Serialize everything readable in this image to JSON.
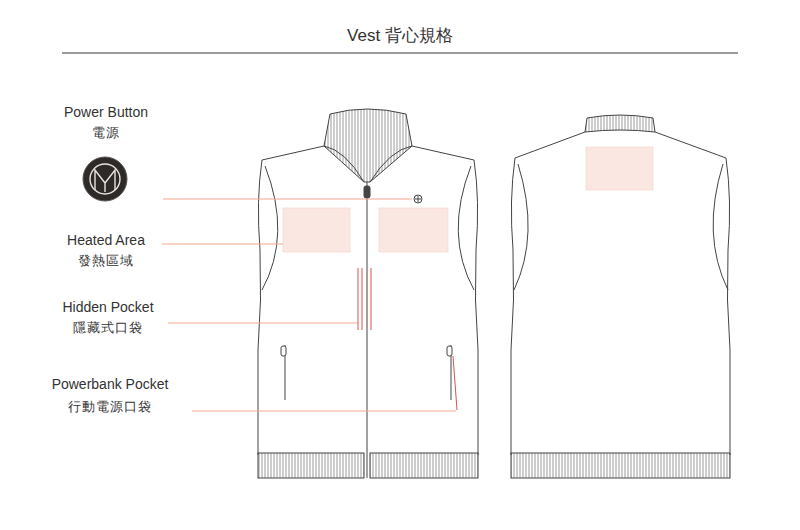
{
  "diagram": {
    "title": "Vest 背心規格",
    "labels": [
      "Power Button",
      "電源",
      "Heated Area",
      "發熱區域",
      "Hidden Pocket",
      "隱藏式口袋",
      "Powerbank Pocket",
      "行動電源口袋"
    ]
  }
}
